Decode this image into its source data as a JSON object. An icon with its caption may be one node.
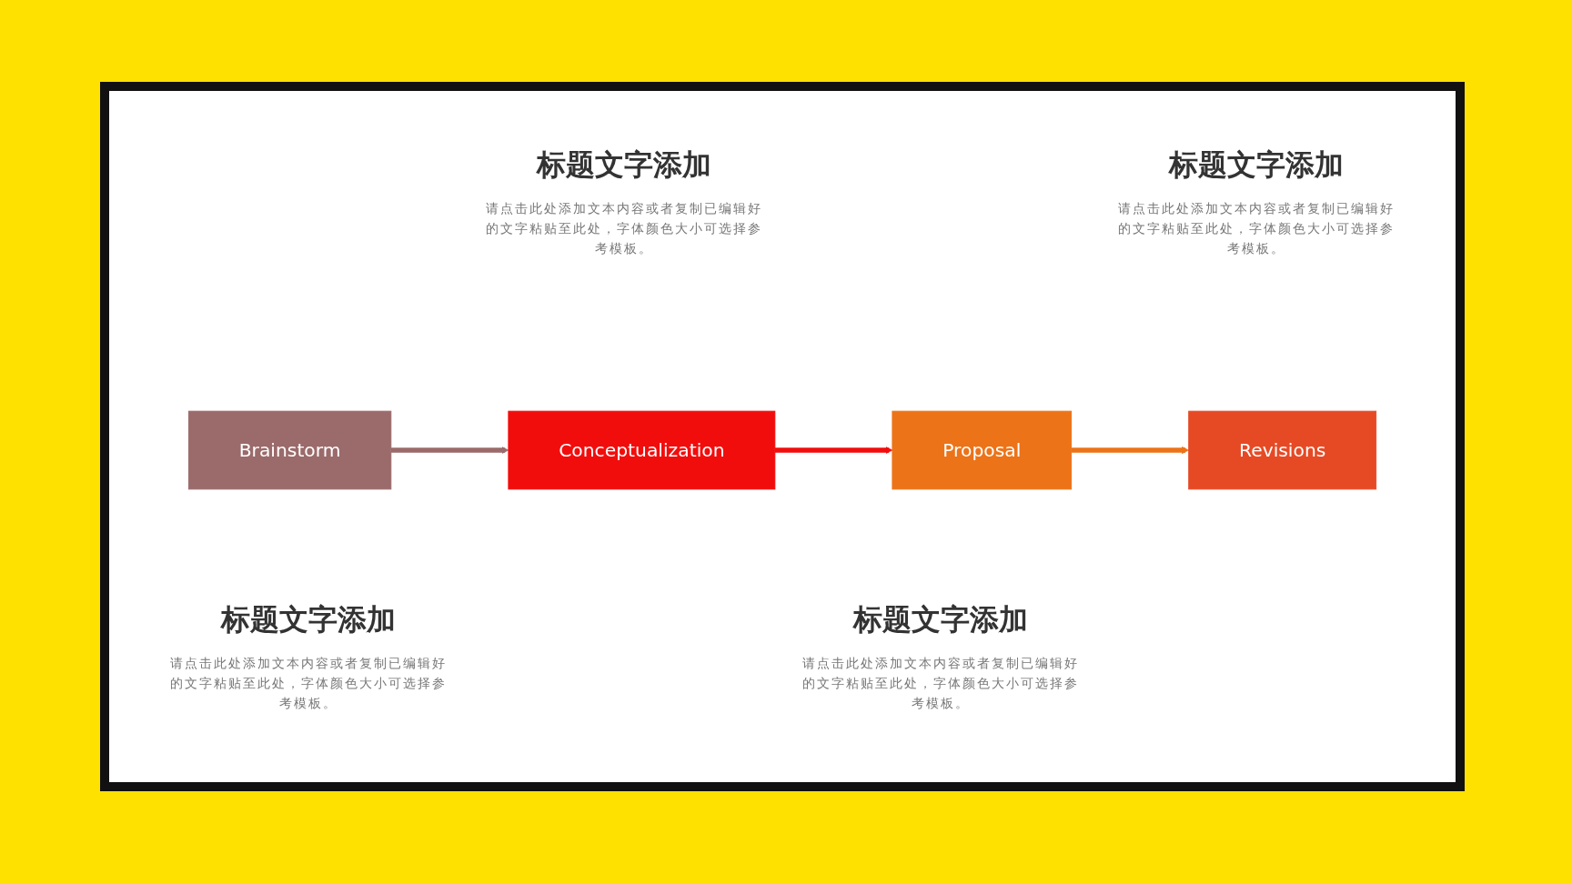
{
  "diagram": {
    "nodes": [
      {
        "text": [
          "Brainstorm"
        ],
        "beside": [
          "标题文字添加",
          "请点击此处添加文本内容或者复制已编辑好的文字粘贴至此处，字体颜色大小可选择参考模板。"
        ]
      },
      {
        "text": [
          "Conceptualization"
        ],
        "beside": [
          "标题文字添加",
          "请点击此处添加文本内容或者复制已编辑好的文字粘贴至此处，字体颜色大小可选择参考模板。"
        ]
      },
      {
        "text": [
          "Proposal"
        ],
        "beside": [
          "标题文字添加",
          "请点击此处添加文本内容或者复制已编辑好的文字粘贴至此处，字体颜色大小可选择参考模板。"
        ]
      },
      {
        "text": [
          "Revisions"
        ],
        "beside": [
          "标题文字添加",
          "请点击此处添加文本内容或者复制已编辑好的文字粘贴至此处，字体颜色大小可选择参考模板。"
        ]
      }
    ],
    "edges": [
      {
        "from": 0,
        "to": 1,
        "arrow": "to",
        "color": "#9b6a6a"
      },
      {
        "from": 1,
        "to": 2,
        "arrow": "to",
        "color": "#f20d0d"
      },
      {
        "from": 2,
        "to": 3,
        "arrow": "to",
        "color": "#ec7318"
      }
    ]
  }
}
